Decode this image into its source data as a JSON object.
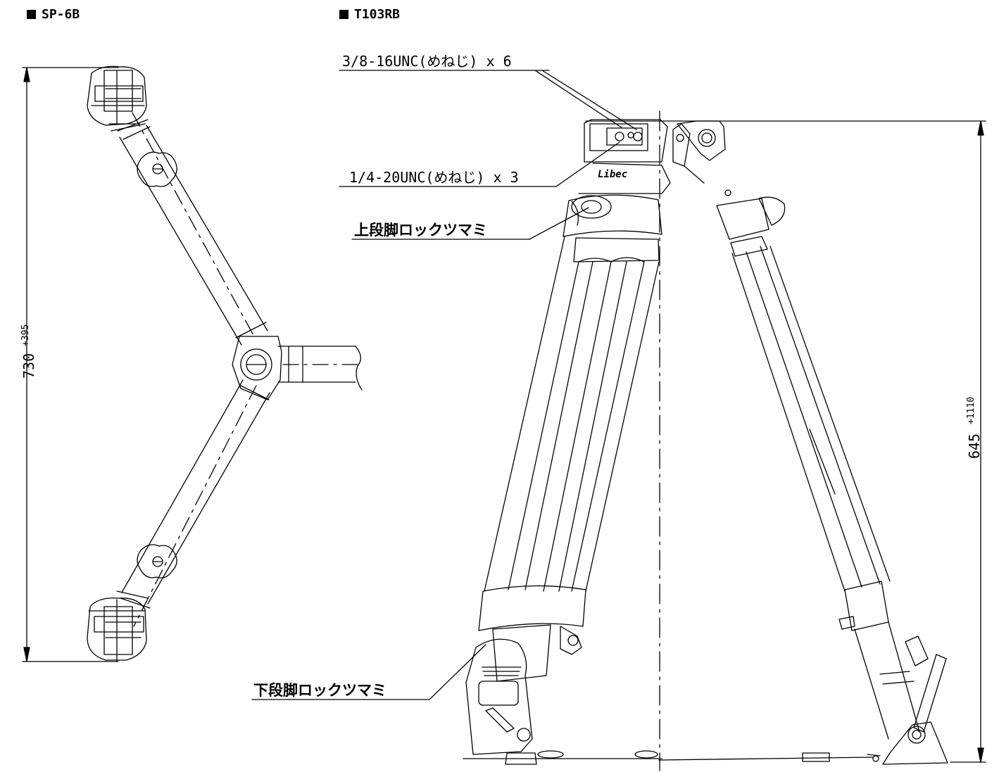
{
  "titles": {
    "left": "SP-6B",
    "right": "T103RB"
  },
  "callouts": {
    "screw_6": "3/8-16UNC(めねじ) x 6",
    "screw_3": "1/4-20UNC(めねじ) x 3",
    "upper_lock": "上段脚ロックツマミ",
    "lower_lock": "下段脚ロックツマミ"
  },
  "dimensions": {
    "left_main": "730",
    "left_sup": "+395",
    "right_main": "645",
    "right_sup": "+1110"
  },
  "logo": "Libec"
}
